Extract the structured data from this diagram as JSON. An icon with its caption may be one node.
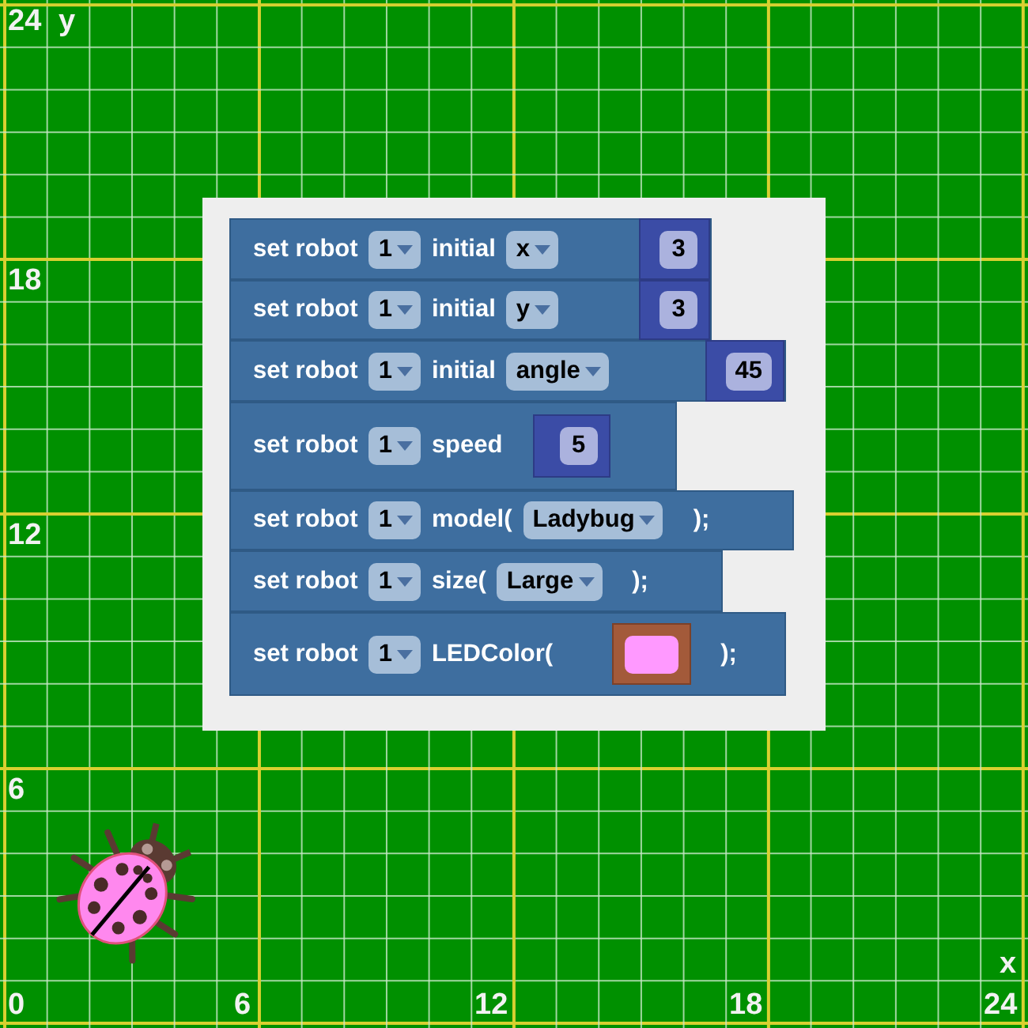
{
  "diagram": {
    "nodes": [
      {
        "text": [],
        "shape": "box"
      },
      {
        "text": [
          "set robot",
          "1",
          "initial",
          "x",
          "3"
        ],
        "in": 0
      },
      {
        "text": [
          "set robot",
          "1",
          "initial",
          "y",
          "3"
        ],
        "in": 0
      },
      {
        "text": [
          "set robot",
          "1",
          "initial",
          "angle",
          "45"
        ],
        "in": 0
      },
      {
        "text": [
          "set robot",
          "1",
          "speed",
          "5"
        ],
        "in": 0
      },
      {
        "text": [
          "set robot",
          "1",
          "model(",
          "Ladybug",
          ");"
        ],
        "in": 0
      },
      {
        "text": [
          "set robot",
          "1",
          "size(",
          "Large",
          ");"
        ],
        "in": 0
      },
      {
        "text": [
          "set robot",
          "1",
          "LEDColor(",
          ");"
        ],
        "in": 0
      }
    ],
    "labels": [
      "24",
      "y",
      "18",
      "12",
      "6",
      "x",
      "0",
      "6",
      "12",
      "18",
      "24"
    ]
  }
}
